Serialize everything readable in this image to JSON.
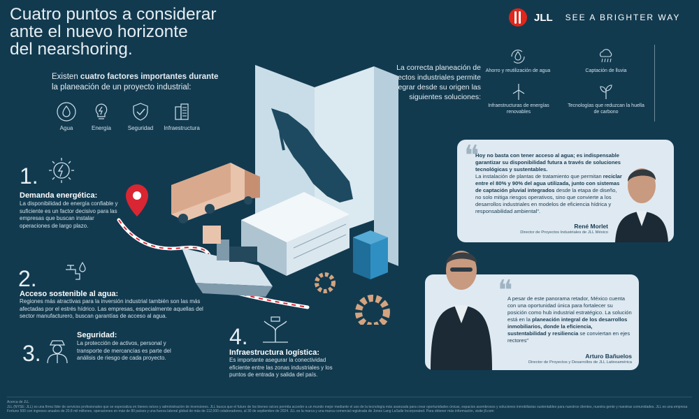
{
  "header": {
    "title_lines": [
      "Cuatro puntos a considerar",
      "ante el nuevo horizonte",
      "del nearshoring."
    ],
    "brand_name": "JLL",
    "brand_tagline": "SEE A BRIGHTER WAY"
  },
  "factors": {
    "intro_pre": "Existen ",
    "intro_bold": "cuatro factores importantes durante",
    "intro_post": "la planeación de un proyecto industrial:",
    "items": [
      {
        "label": "Agua",
        "icon": "water-drop-icon"
      },
      {
        "label": "Energía",
        "icon": "lightbulb-bolt-icon"
      },
      {
        "label": "Seguridad",
        "icon": "shield-check-icon"
      },
      {
        "label": "Infraestructura",
        "icon": "buildings-icon"
      }
    ]
  },
  "solutions": {
    "intro": "La correcta planeación de proyectos industriales permite integrar desde su origen las siguientes soluciones:",
    "items": [
      {
        "label": "Ahorro y reutilización de agua",
        "icon": "water-recycle-icon"
      },
      {
        "label": "Captación de lluvia",
        "icon": "rain-cloud-icon"
      },
      {
        "label": "Infraestructuras de energías renovables",
        "icon": "wind-turbine-icon"
      },
      {
        "label": "Tecnologías que reduzcan la huella de carbono",
        "icon": "sprout-icon"
      }
    ]
  },
  "sections": [
    {
      "number": "1.",
      "title": "Demanda energética:",
      "body": "La disponibilidad de energía confiable y suficiente es un factor decisivo para las empresas que buscan instalar operaciones de largo plazo."
    },
    {
      "number": "2.",
      "title": "Acceso sostenible al agua:",
      "body": "Regiones más atractivas para la inversión industrial también son las más afectadas por el estrés hídrico. Las empresas, especialmente aquellas del sector manufacturero, buscan garantías de acceso al agua."
    },
    {
      "number": "3.",
      "title": "Seguridad:",
      "body": "La protección de activos, personal y transporte de mercancías es parte del análisis de riesgo de cada proyecto."
    },
    {
      "number": "4.",
      "title": "Infraestructura logística:",
      "body": "Es importante asegurar la conectividad eficiente entre las zonas industriales y los puntos de entrada y salida del país."
    }
  ],
  "quotes": [
    {
      "t1": "Hoy no basta con tener acceso al agua; es indispensable garantizar su disponibilidad futura a través de soluciones tecnológicas y sustentables.",
      "t2": "La instalación de plantas de tratamiento que permitan ",
      "t3": "reciclar entre el 80% y 90% del agua utilizada, junto con sistemas de captación pluvial integrados",
      "t4": " desde la etapa de diseño, no solo mitiga riesgos operativos, sino que convierte a los desarrollos industriales en modelos de eficiencia hídrica y responsabilidad ambiental\".",
      "name": "René Morlet",
      "role": "Director de Proyectos Industriales de JLL México"
    },
    {
      "t1": "A pesar de este panorama retador, México cuenta con una oportunidad única para fortalecer su posición como hub industrial estratégico. La solución está en la ",
      "t2": "planeación integral de los desarrollos inmobiliarios, donde la eficiencia, sustentabilidad y resiliencia",
      "t3": " se conviertan en ejes rectores\"",
      "name": "Arturo Bañuelos",
      "role": "Director de Proyectos y Desarrollos de JLL Latinoamérica"
    }
  ],
  "footer": {
    "heading": "Acerca de JLL",
    "text": "JLL (NYSE: JLL) es una firma líder de servicios profesionales que se especializa en bienes raíces y administración de inversiones. JLL busca que el futuro de los bienes raíces permita acceder a un mundo mejor mediante el uso de la tecnología más avanzada para crear oportunidades únicas, espacios asombrosos y soluciones inmobiliarias sustentables para nuestros clientes, nuestra gente y nuestras comunidades. JLL es una empresa Fortune 500 con ingresos anuales de 20.8 mil millones, operaciones en más de 80 países y una fuerza laboral global de más de 112,000 colaboradores, al 30 de septiembre de 2024. JLL es la marca y una marca comercial registrada de Jones Lang LaSalle Incorporated. Para obtener más información, visite jll.com"
  },
  "colors": {
    "background": "#123a4f",
    "accent_red": "#e1261c",
    "card": "#dfe9f1",
    "pin_red": "#d92632"
  }
}
